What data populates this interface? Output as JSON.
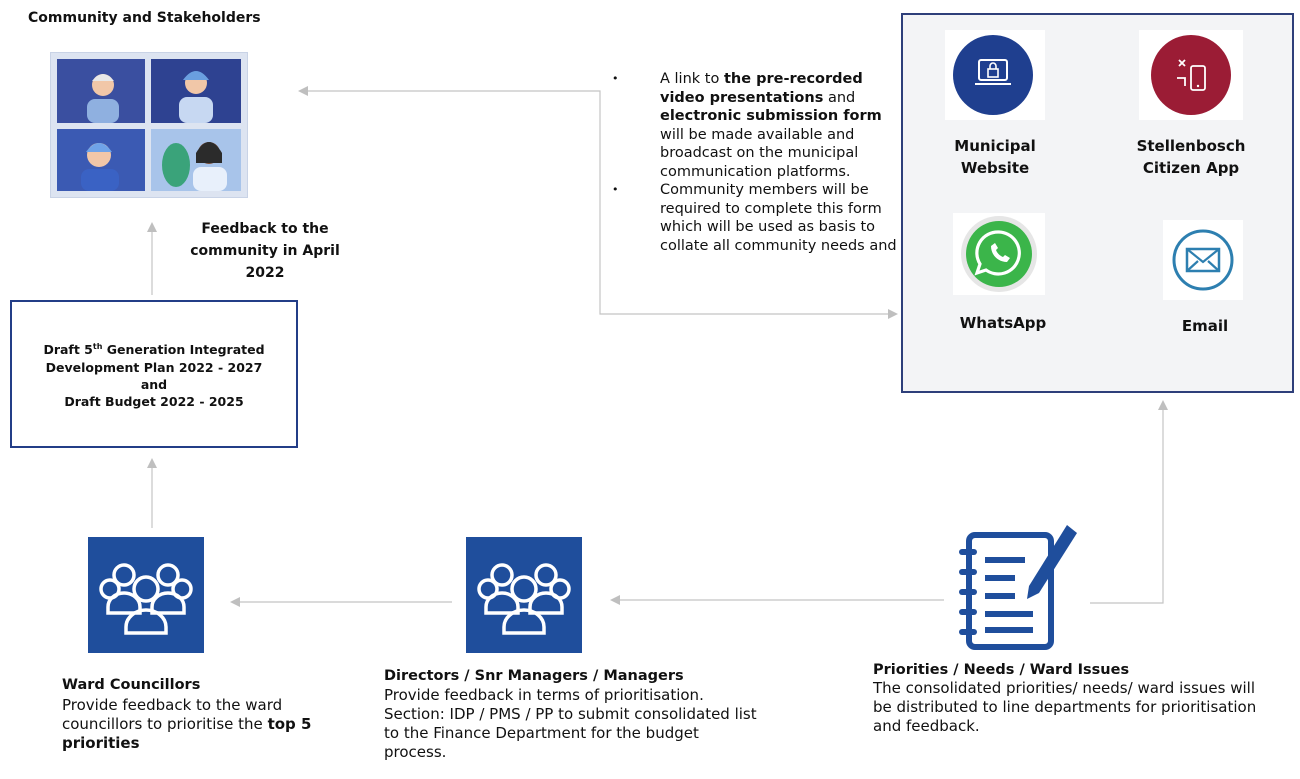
{
  "community": {
    "title": "Community and Stakeholders",
    "feedback_label": "Feedback to the community in April 2022"
  },
  "draft": {
    "line1_pre": "Draft 5",
    "line1_sup": "th",
    "line1_post": " Generation Integrated",
    "line2": "Development Plan 2022 - 2027",
    "line3": "and",
    "line4": "Draft Budget 2022 - 2025"
  },
  "bullets": {
    "b1_pre": "A link to ",
    "b1_bold1": "the pre-recorded video presentations",
    "b1_mid": " and ",
    "b1_bold2": "electronic submission form",
    "b1_post": " will be made available and broadcast on the municipal communication platforms.",
    "b2": "Community members will be required to complete this form which will be used as basis to collate all community needs and"
  },
  "channels": [
    {
      "label": "Municipal Website",
      "icon": "laptop-lock-icon",
      "color": "#1f3f8f"
    },
    {
      "label": "Stellenbosch Citizen App",
      "icon": "mobile-app-icon",
      "color": "#9b1c35"
    },
    {
      "label": "WhatsApp",
      "icon": "whatsapp-icon",
      "color": "#25a53a"
    },
    {
      "label": "Email",
      "icon": "email-icon",
      "color": "#2d7fb0"
    }
  ],
  "ward": {
    "title": "Ward Councillors",
    "text_pre": "Provide feedback to the ward councillors to prioritise the ",
    "text_bold": "top 5 priorities"
  },
  "directors": {
    "title": "Directors / Snr Managers / Managers",
    "text": "Provide feedback in terms of prioritisation. Section: IDP / PMS / PP to submit consolidated list to the Finance Department for the budget process."
  },
  "priorities": {
    "title": "Priorities / Needs / Ward Issues",
    "text": "The consolidated priorities/ needs/ ward issues will be distributed to line departments for prioritisation and feedback."
  },
  "colors": {
    "people_bg": "#1f4e9c",
    "box_border": "#233d87",
    "arrow": "#bfbfbf",
    "notebook": "#1f4e9c"
  }
}
